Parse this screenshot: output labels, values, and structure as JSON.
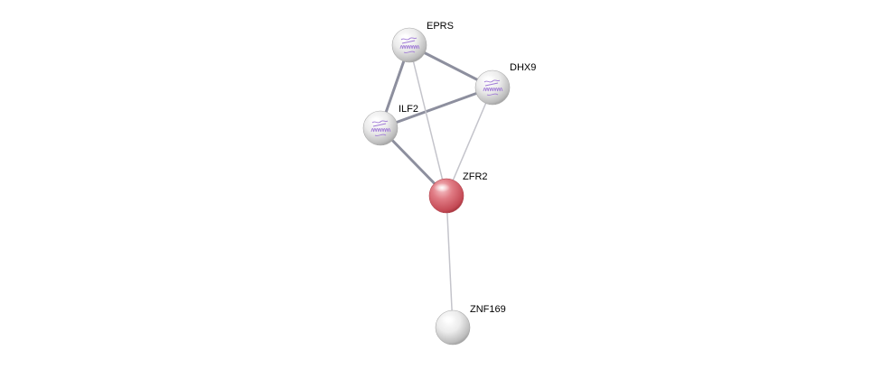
{
  "nodes": [
    {
      "id": "EPRS",
      "label": "EPRS",
      "color": "#d4d4d4",
      "structure_icon": "protein-structure-icon"
    },
    {
      "id": "DHX9",
      "label": "DHX9",
      "color": "#d4d4d4",
      "structure_icon": "protein-structure-icon"
    },
    {
      "id": "ILF2",
      "label": "ILF2",
      "color": "#d4d4d4",
      "structure_icon": "protein-structure-icon"
    },
    {
      "id": "ZFR2",
      "label": "ZFR2",
      "color": "#d9606a",
      "structure_icon": ""
    },
    {
      "id": "ZNF169",
      "label": "ZNF169",
      "color": "#d4d4d4",
      "structure_icon": ""
    }
  ],
  "edges": [
    {
      "source": "EPRS",
      "target": "DHX9",
      "strength": "strong"
    },
    {
      "source": "EPRS",
      "target": "ILF2",
      "strength": "strong"
    },
    {
      "source": "ILF2",
      "target": "DHX9",
      "strength": "strong"
    },
    {
      "source": "ILF2",
      "target": "ZFR2",
      "strength": "strong"
    },
    {
      "source": "EPRS",
      "target": "ZFR2",
      "strength": "weak"
    },
    {
      "source": "DHX9",
      "target": "ZFR2",
      "strength": "weak"
    },
    {
      "source": "ZFR2",
      "target": "ZNF169",
      "strength": "weak"
    }
  ],
  "colors": {
    "query_node": "#d9606a",
    "partner_node": "#d4d4d4",
    "strong_edge": "#8d8f9e",
    "weak_edge": "#c4c4cb"
  }
}
